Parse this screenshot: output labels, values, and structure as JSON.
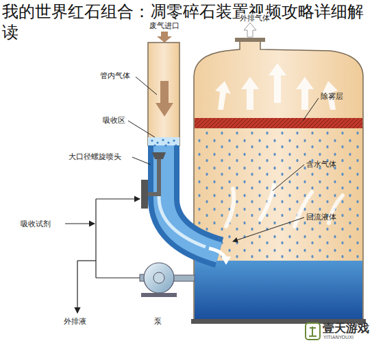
{
  "diagram": {
    "title": "我的世界红石组合：凋零碎石装置视频攻略详细解读",
    "labels": [
      "废气进口",
      "外排气体",
      "管内气体",
      "除雾层",
      "吸收区",
      "含水气体",
      "大口径螺旋喷头",
      "吸收试剂",
      "回流液体",
      "外排液",
      "泵",
      "壹天游戏",
      "YITIANYOUXI"
    ]
  }
}
